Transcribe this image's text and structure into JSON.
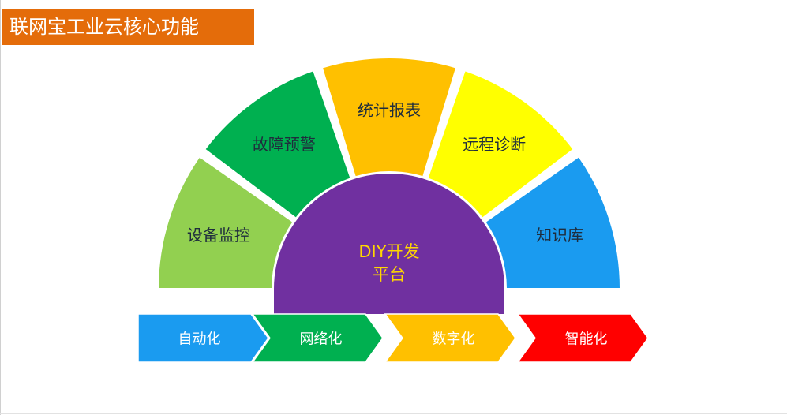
{
  "title": "联网宝工业云核心功能",
  "segments": [
    {
      "label": "设备监控",
      "color": "#92d050",
      "text_color": "#1f2d3d"
    },
    {
      "label": "故障预警",
      "color": "#00b050",
      "text_color": "#1f2d3d"
    },
    {
      "label": "统计报表",
      "color": "#ffc000",
      "text_color": "#1f2d3d"
    },
    {
      "label": "远程诊断",
      "color": "#ffff00",
      "text_color": "#1f2d3d"
    },
    {
      "label": "知识库",
      "color": "#1a9bf0",
      "text_color": "#1f2d3d"
    }
  ],
  "core": {
    "line1": "DIY开发",
    "line2": "平台",
    "color": "#7030a0",
    "text_color": "#ffd700"
  },
  "stages": [
    {
      "label": "自动化",
      "color": "#1a9bf0"
    },
    {
      "label": "网络化",
      "color": "#00b050"
    },
    {
      "label": "数字化",
      "color": "#ffc000"
    },
    {
      "label": "智能化",
      "color": "#ff0000"
    }
  ]
}
